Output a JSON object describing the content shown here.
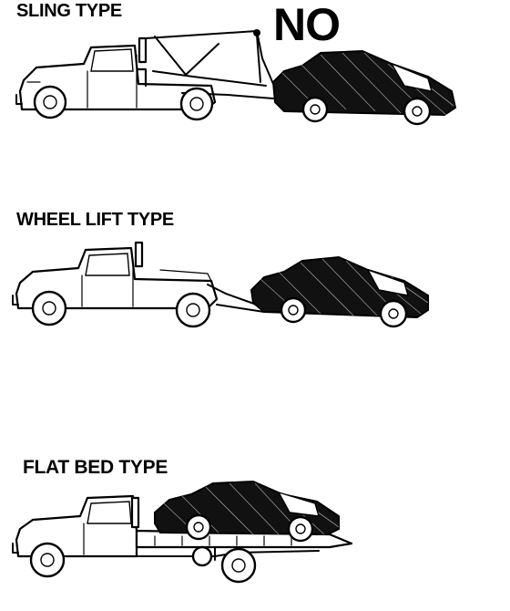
{
  "labels": {
    "sling": "SLING TYPE",
    "no": "NO",
    "wheel_lift": "WHEEL LIFT TYPE",
    "flat_bed": "FLAT BED TYPE"
  },
  "colors": {
    "line": "#000000",
    "background": "#ffffff"
  }
}
